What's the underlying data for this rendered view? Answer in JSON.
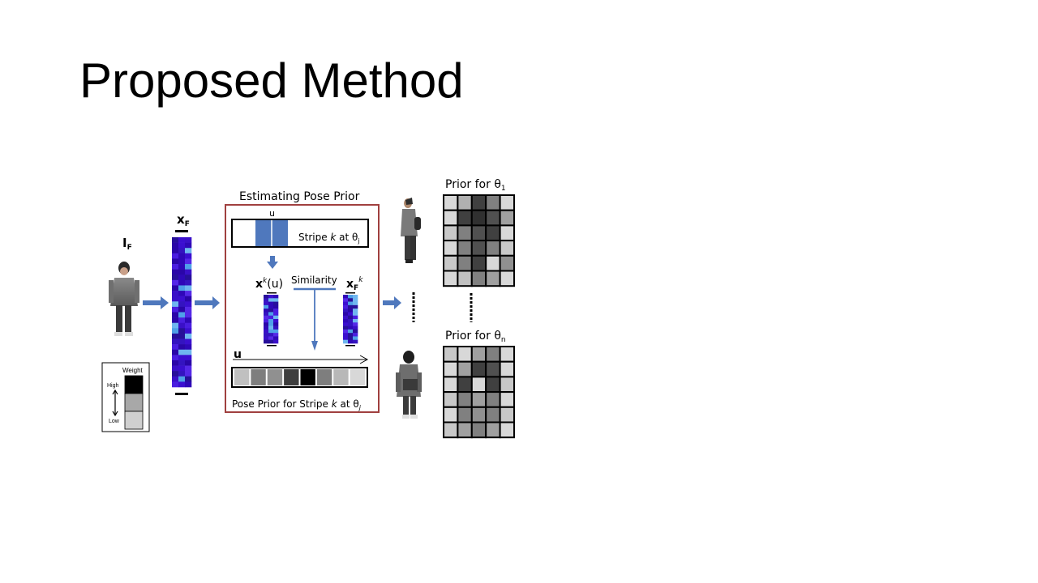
{
  "slide": {
    "title": "Proposed Method"
  },
  "labels": {
    "input_image": "I",
    "input_image_sub": "F",
    "feature_vector": "x",
    "feature_vector_sub": "F",
    "box_title": "Estimating Pose Prior",
    "u_top": "u",
    "stripe_prefix": "Stripe ",
    "stripe_k": "k",
    "stripe_mid": " at θ",
    "stripe_sub": "j",
    "xku_x": "x",
    "xku_sup": "k",
    "xku_rest": "(u)",
    "similarity": "Similarity",
    "xfk_x": "x",
    "xfk_sub": "F",
    "xfk_sup": "k",
    "u_axis": "u",
    "pose_prefix": "Pose Prior for Stripe ",
    "pose_k": "k",
    "pose_mid": " at θ",
    "pose_sub": "j",
    "prior1_text": "Prior for θ",
    "prior1_sub": "1",
    "priorn_text": "Prior for θ",
    "priorn_sub": "n"
  },
  "legend": {
    "title": "Weight",
    "high": "High",
    "low": "Low"
  },
  "colors": {
    "box_border": "#a0403f",
    "arrow_fill": "#4f78bd",
    "stripe_fill": "#4f78bd",
    "similarity_line": "#4f78bd"
  },
  "pose_prior_strip": [
    "#c0c0c0",
    "#7e7e7e",
    "#909090",
    "#3e3e3e",
    "#000000",
    "#7e7e7e",
    "#b8b8b8",
    "#d8d8d8"
  ],
  "prior_theta_1": [
    [
      "#d8d8d8",
      "#b0b0b0",
      "#404040",
      "#808080",
      "#d8d8d8"
    ],
    [
      "#d8d8d8",
      "#404040",
      "#303030",
      "#505050",
      "#a0a0a0"
    ],
    [
      "#c8c8c8",
      "#808080",
      "#505050",
      "#404040",
      "#d8d8d8"
    ],
    [
      "#d8d8d8",
      "#808080",
      "#505050",
      "#808080",
      "#c8c8c8"
    ],
    [
      "#c8c8c8",
      "#808080",
      "#404040",
      "#d8d8d8",
      "#909090"
    ],
    [
      "#d8d8d8",
      "#c0c0c0",
      "#808080",
      "#a0a0a0",
      "#d8d8d8"
    ]
  ],
  "prior_theta_n": [
    [
      "#c8c8c8",
      "#d8d8d8",
      "#a0a0a0",
      "#808080",
      "#d8d8d8"
    ],
    [
      "#d8d8d8",
      "#a0a0a0",
      "#404040",
      "#505050",
      "#d8d8d8"
    ],
    [
      "#d8d8d8",
      "#404040",
      "#d8d8d8",
      "#404040",
      "#c8c8c8"
    ],
    [
      "#c8c8c8",
      "#808080",
      "#a0a0a0",
      "#808080",
      "#d8d8d8"
    ],
    [
      "#d8d8d8",
      "#808080",
      "#909090",
      "#808080",
      "#c8c8c8"
    ],
    [
      "#c8c8c8",
      "#a0a0a0",
      "#808080",
      "#a0a0a0",
      "#d8d8d8"
    ]
  ],
  "legend_swatches": [
    "#000000",
    "#a8a8a8",
    "#d0d0d0"
  ]
}
